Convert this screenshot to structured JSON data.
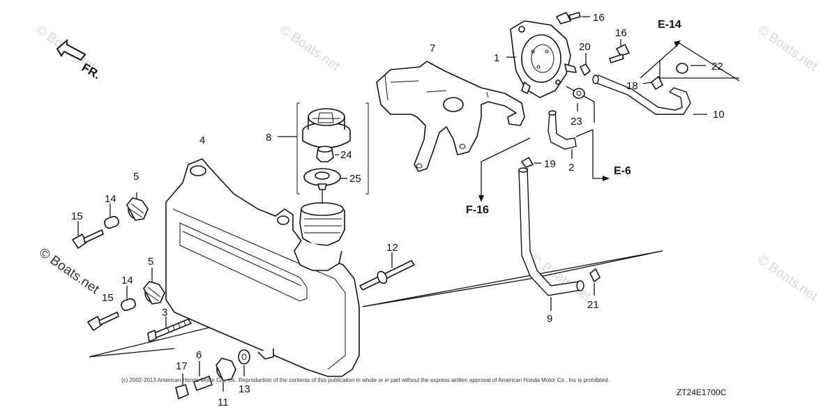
{
  "callouts": {
    "c1": "1",
    "c2": "2",
    "c3": "3",
    "c4": "4",
    "c5a": "5",
    "c5b": "5",
    "c6": "6",
    "c7": "7",
    "c8": "8",
    "c9": "9",
    "c10": "10",
    "c11": "11",
    "c12": "12",
    "c13": "13",
    "c14a": "14",
    "c14b": "14",
    "c15a": "15",
    "c15b": "15",
    "c16a": "16",
    "c16b": "16",
    "c17": "17",
    "c18": "18",
    "c19": "19",
    "c20": "20",
    "c21": "21",
    "c22": "22",
    "c23": "23",
    "c24": "24",
    "c25": "25"
  },
  "references": {
    "e14": "E-14",
    "e6": "E-6",
    "f16": "F-16"
  },
  "front_label": "FR.",
  "watermarks": {
    "w1": "© Boats.net",
    "w2": "© Boats.net",
    "w3": "© Boats.net",
    "w4": "© Boats.net",
    "w5": "© Boats.net",
    "w6": "© Boats.net"
  },
  "footer": {
    "copyright": "(c) 2002-2013 American Honda Motor Co., Inc. Reproduction of the contents of this publication in whole or in part without the express written approval of American Honda Motor Co., Inc is prohibited.",
    "diagram_code": "ZT24E1700C"
  }
}
